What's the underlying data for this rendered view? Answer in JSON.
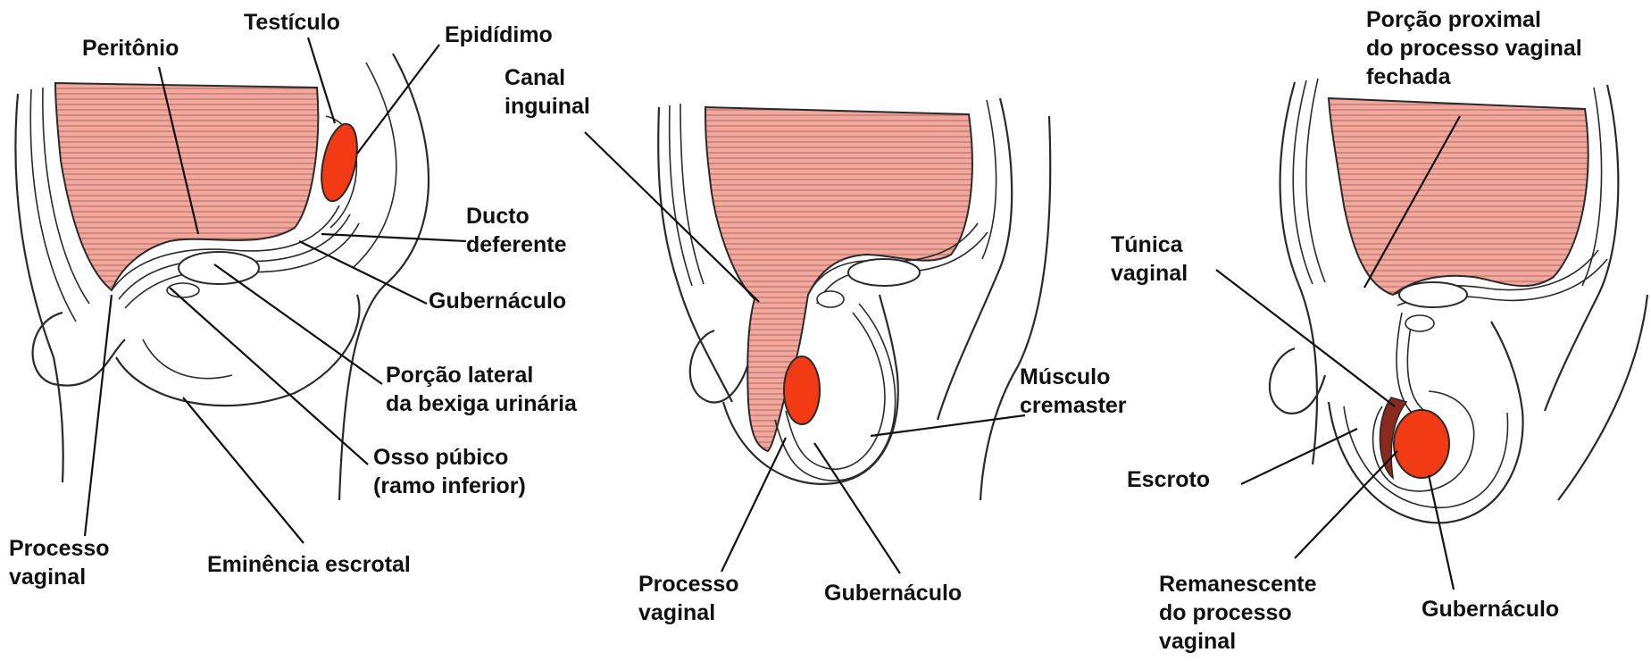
{
  "colors": {
    "peritoneal_cavity": "#f2a89c",
    "testis": "#f23a14",
    "outline": "#2a2a2a"
  },
  "panels": [
    {
      "labels": {
        "testiculo": "Testículo",
        "peritonio": "Peritônio",
        "epididimo": "Epidídimo",
        "ducto_1": "Ducto",
        "ducto_2": "deferente",
        "gubernaculo": "Gubernáculo",
        "bexiga_1": "Porção lateral",
        "bexiga_2": "da bexiga urinária",
        "osso_1": "Osso púbico",
        "osso_2": "(ramo inferior)",
        "processo_1": "Processo",
        "processo_2": "vaginal",
        "eminencia": "Eminência escrotal"
      }
    },
    {
      "labels": {
        "canal_1": "Canal",
        "canal_2": "inguinal",
        "musculo_1": "Músculo",
        "musculo_2": "cremaster",
        "processo_1": "Processo",
        "processo_2": "vaginal",
        "gubernaculo": "Gubernáculo"
      }
    },
    {
      "labels": {
        "proximal_1": "Porção proximal",
        "proximal_2": "do processo vaginal",
        "proximal_3": "fechada",
        "tunica_1": "Túnica",
        "tunica_2": "vaginal",
        "escroto": "Escroto",
        "remanescente_1": "Remanescente",
        "remanescente_2": "do processo",
        "remanescente_3": "vaginal",
        "gubernaculo": "Gubernáculo"
      }
    }
  ]
}
